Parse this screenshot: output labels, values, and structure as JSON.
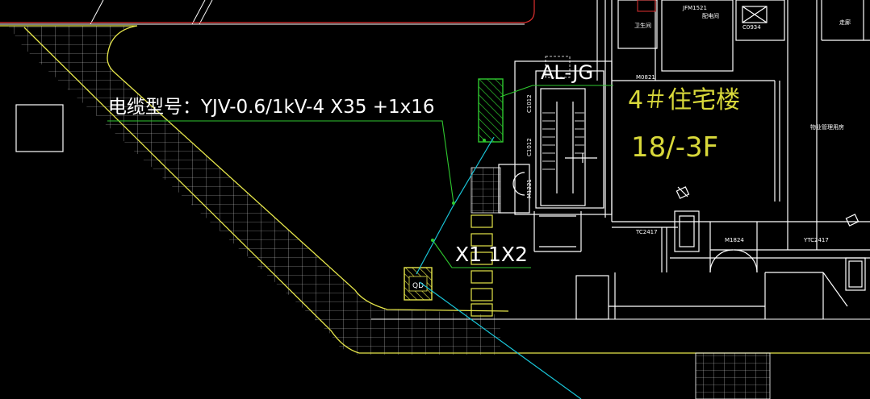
{
  "drawing": {
    "cable_label": "电缆型号：YJV-0.6/1kV-4 X35 +1x16",
    "panel_label": "AL-JG",
    "building_label": "4＃住宅楼",
    "floors_label": "18/-3F",
    "conduit_label": "X1 1X2",
    "qd_label": "QD",
    "room_labels": {
      "bathroom": "卫生间",
      "distribution_room": "配电间",
      "property_room": "物业管理用房",
      "corridor": "走廊"
    },
    "door_labels": {
      "jfm": "JFM1521",
      "m0821": "M0821",
      "m1221": "M1221",
      "m1824": "M1824",
      "c0934": "C0934"
    },
    "window_labels": {
      "c1012a": "C1012",
      "c1012b": "C1012",
      "tc2417": "TC2417",
      "ytc2417": "YTC2417"
    }
  },
  "colors": {
    "background": "#000000",
    "walls": "#ffffff",
    "yellow": "#e6e64a",
    "label_yellow": "#d8d83a",
    "green": "#2fc82f",
    "cyan": "#19c5d8",
    "red": "#e03030",
    "hatch": "#ffffff"
  }
}
